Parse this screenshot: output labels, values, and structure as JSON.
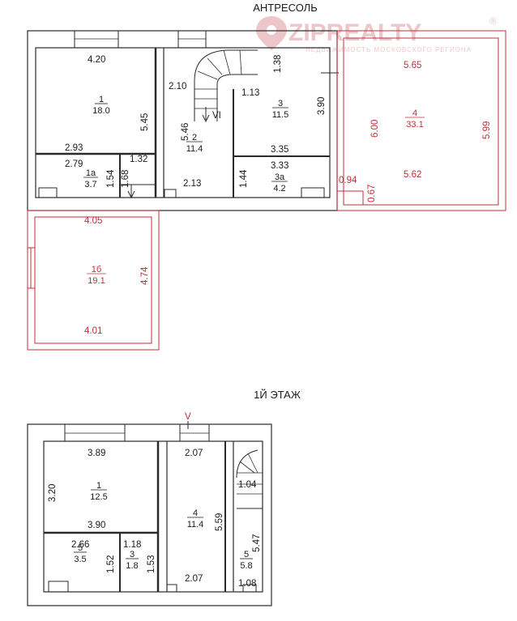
{
  "titles": {
    "mezzanine": "АНТРЕСОЛЬ",
    "first_floor": "1Й ЭТАЖ"
  },
  "logo": {
    "brand": "ZIPREALTY",
    "tagline": "НЕДВИЖИМОСТЬ МОСКОВСКОГО РЕГИОНА",
    "mark": "®"
  },
  "colors": {
    "wall": "#2a2a2a",
    "red_plan": "#c0303a",
    "logo_text": "#e6b3b8",
    "text": "#1a1a1a"
  },
  "mezzanine": {
    "rooms": [
      {
        "num": "1",
        "area": "18.0"
      },
      {
        "num": "1а",
        "area": "3.7"
      },
      {
        "num": "1б",
        "area": "19.1"
      },
      {
        "num": "2",
        "area": "11.4"
      },
      {
        "num": "3",
        "area": "11.5"
      },
      {
        "num": "3а",
        "area": "4.2"
      },
      {
        "num": "4",
        "area": "33.1"
      }
    ],
    "dims": {
      "r1_top": "4.20",
      "r1_side": "5.45",
      "r1_bottom": "2.93",
      "r1a_top": "2.79",
      "r1a_side": "1.54",
      "r1a_side2": "1.68",
      "r1a_right": "1.32",
      "r2_top": "2.10",
      "r2_side": "5.46",
      "r2_bottom": "2.13",
      "r3_stair": "1.38",
      "r3_mid": "1.13",
      "r3_side": "3.90",
      "r3_bottom": "3.35",
      "r3a_top": "3.33",
      "r3a_side": "1.44",
      "r1b_top": "4.05",
      "r1b_side": "4.74",
      "r1b_bottom": "4.01",
      "r4_top": "5.65",
      "r4_left": "6.00",
      "r4_right": "5.99",
      "r4_bottom": "5.62",
      "r4_step_w": "0.94",
      "r4_step_h": "0.67",
      "marker": "VI"
    }
  },
  "first_floor": {
    "rooms": [
      {
        "num": "1",
        "area": "12.5"
      },
      {
        "num": "3",
        "area": "1.8"
      },
      {
        "num": "4",
        "area": "11.4"
      },
      {
        "num": "5",
        "area": "3.5"
      },
      {
        "num": "5",
        "area": "5.8"
      }
    ],
    "dims": {
      "r1_top": "3.89",
      "r1_side": "3.20",
      "r1_bottom": "3.90",
      "r5_top": "2.66",
      "r5_side": "1.52",
      "r3_top": "1.18",
      "r3_side": "1.53",
      "r4_top": "2.07",
      "r4_side": "5.59",
      "r4_bottom": "2.07",
      "r5b_top": "1.04",
      "r5b_side": "5.47",
      "r5b_bottom": "1.08",
      "marker": "V"
    }
  }
}
